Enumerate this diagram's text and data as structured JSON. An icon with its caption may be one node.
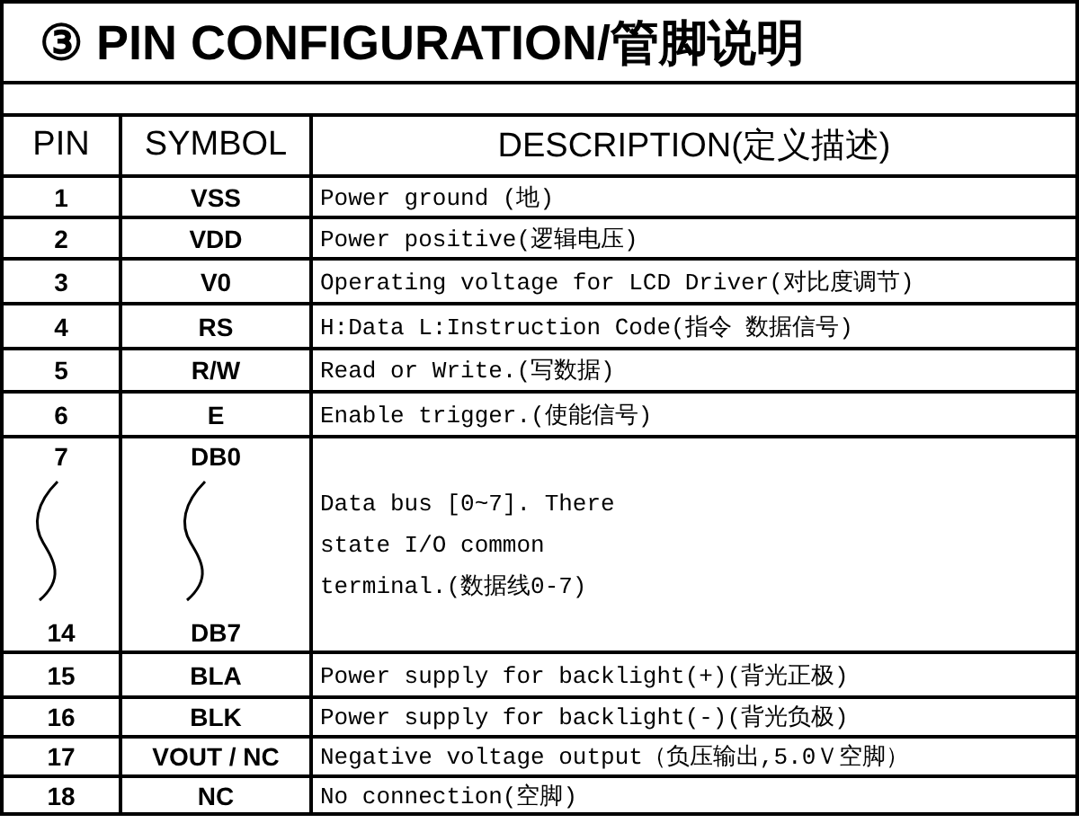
{
  "diagram": {
    "title": "③ PIN CONFIGURATION/管脚说明",
    "labels": [
      "PIN",
      "SYMBOL",
      "DESCRIPTION(定义描述)",
      "1",
      "VSS",
      "Power ground (地)",
      "2",
      "VDD",
      "Power positive(逻辑电压)",
      "3",
      "V0",
      "Operating voltage for LCD Driver(对比度调节)",
      "4",
      "RS",
      "H:Data L:Instruction Code(指令 数据信号)",
      "5",
      "R/W",
      "Read or Write.(写数据)",
      "6",
      "E",
      "Enable trigger.(使能信号)",
      "7",
      "DB0",
      "Data bus [0~7]. There state I/O common terminal.(数据线0-7)",
      "14",
      "DB7",
      "15",
      "BLA",
      "Power supply for backlight(+)(背光正极)",
      "16",
      "BLK",
      "Power supply for backlight(-)(背光负极)",
      "17",
      "VOUT / NC",
      "Negative voltage output（负压输出,5.0Ｖ空脚）",
      "18",
      "NC",
      "No connection(空脚)"
    ]
  }
}
